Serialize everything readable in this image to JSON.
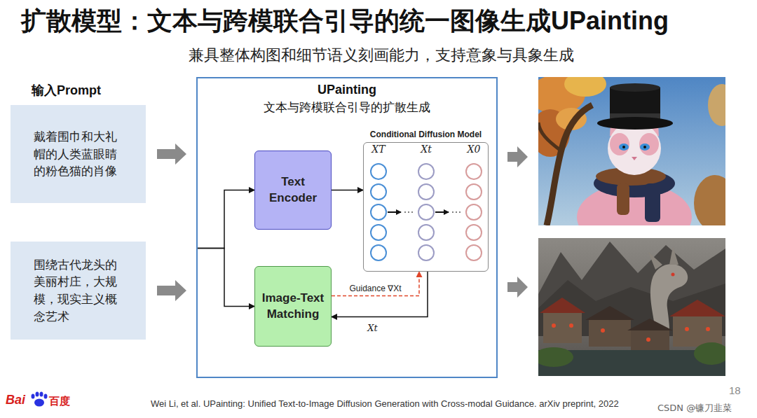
{
  "diagram": {
    "title": "扩散模型：文本与跨模联合引导的统一图像生成UPainting",
    "nodes": [
      {
        "text": [
          "戴着围巾和大礼帽的人类蓝眼睛的粉色猫的肖像"
        ]
      },
      {
        "text": [
          "围绕古代龙头的美丽村庄，大规模，现实主义概念艺术"
        ]
      },
      {
        "text": [
          "UPainting",
          "文本与跨模联合引导的扩散生成"
        ]
      },
      {
        "text": [
          "Text Encoder"
        ],
        "in": 2
      },
      {
        "text": [
          "Image-Text Matching"
        ],
        "in": 2
      },
      {
        "text": [
          "Conditional Diffusion Model"
        ],
        "in": 2
      }
    ],
    "edges": [
      {
        "from": 0,
        "to": 2,
        "arrow": "to"
      },
      {
        "from": 1,
        "to": 2,
        "arrow": "to"
      },
      {
        "from": 2,
        "to": 3,
        "arrow": "to"
      },
      {
        "from": 2,
        "to": 4,
        "arrow": "to"
      },
      {
        "from": 3,
        "to": 5,
        "arrow": "to"
      },
      {
        "from": 4,
        "to": 5,
        "arrow": "to",
        "label": "Guidance ∇Xt"
      },
      {
        "from": 5,
        "to": 4,
        "arrow": "to",
        "label": "Xt"
      }
    ],
    "labels": [
      "兼具整体构图和细节语义刻画能力，支持意象与具象生成",
      "输入Prompt",
      "XT",
      "Xt",
      "X0",
      "Bai",
      "百度",
      "Wei Li, et al. UPainting: Unified Text-to-Image Diffusion Generation with Cross-modal Guidance. arXiv preprint, 2022",
      "18",
      "CSDN @镰刀韭菜"
    ]
  }
}
